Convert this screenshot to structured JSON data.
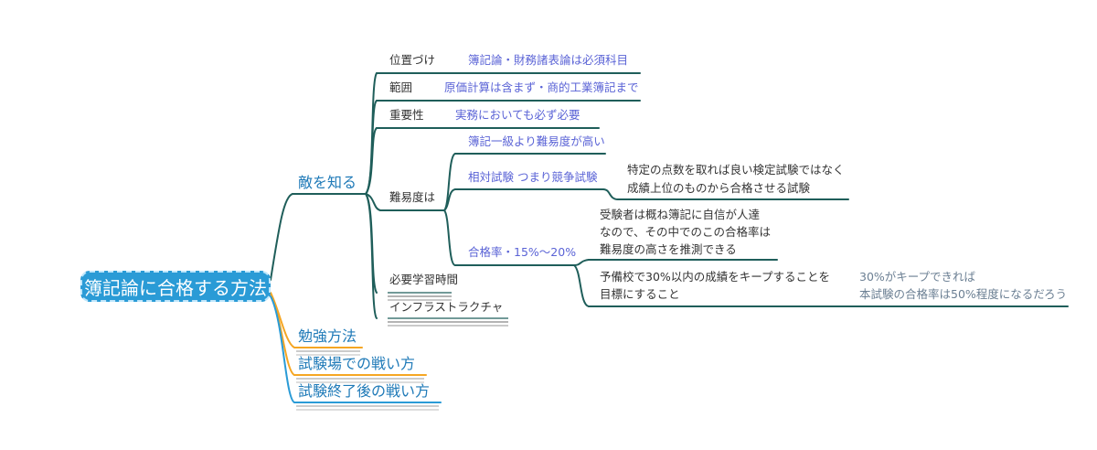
{
  "root": {
    "label": "簿記論に合格する方法"
  },
  "branches": {
    "teki": "敵を知る",
    "benkyo": "勉強方法",
    "shikenjo": "試験場での戦い方",
    "shikengo": "試験終了後の戦い方"
  },
  "teki_children": {
    "ichizuke": {
      "label": "位置づけ",
      "note": "簿記論・財務諸表論は必須科目"
    },
    "hani": {
      "label": "範囲",
      "note": "原価計算は含まず・商的工業簿記まで"
    },
    "juyosei": {
      "label": "重要性",
      "note": "実務においても必ず必要"
    },
    "nanido": {
      "label": "難易度は",
      "note1": "簿記一級より難易度が高い",
      "sotai": {
        "label": "相対試験 つまり競争試験",
        "line1": "特定の点数を取れば良い検定試験ではなく",
        "line2": "成績上位のものから合格させる試験"
      },
      "gokaku": {
        "label": "合格率・15%～20%",
        "a1": "受験者は概ね簿記に自信が人達",
        "a2": "なので、その中でのこの合格率は",
        "a3": "難易度の高さを推測できる",
        "b1": "予備校で30%以内の成績をキープすることを",
        "b2": "目標にすること",
        "c1": "30%がキープできれば",
        "c2": "本試験の合格率は50%程度になるだろう"
      }
    },
    "jikan": "必要学習時間",
    "infra": "インフラストラクチャ"
  },
  "colors": {
    "root_fill": "#2a9bd6",
    "main_line": "#1f5e5a",
    "orange_line": "#f5a623",
    "blue_line": "#2a9bd6",
    "note_blue": "#5a63d6"
  }
}
